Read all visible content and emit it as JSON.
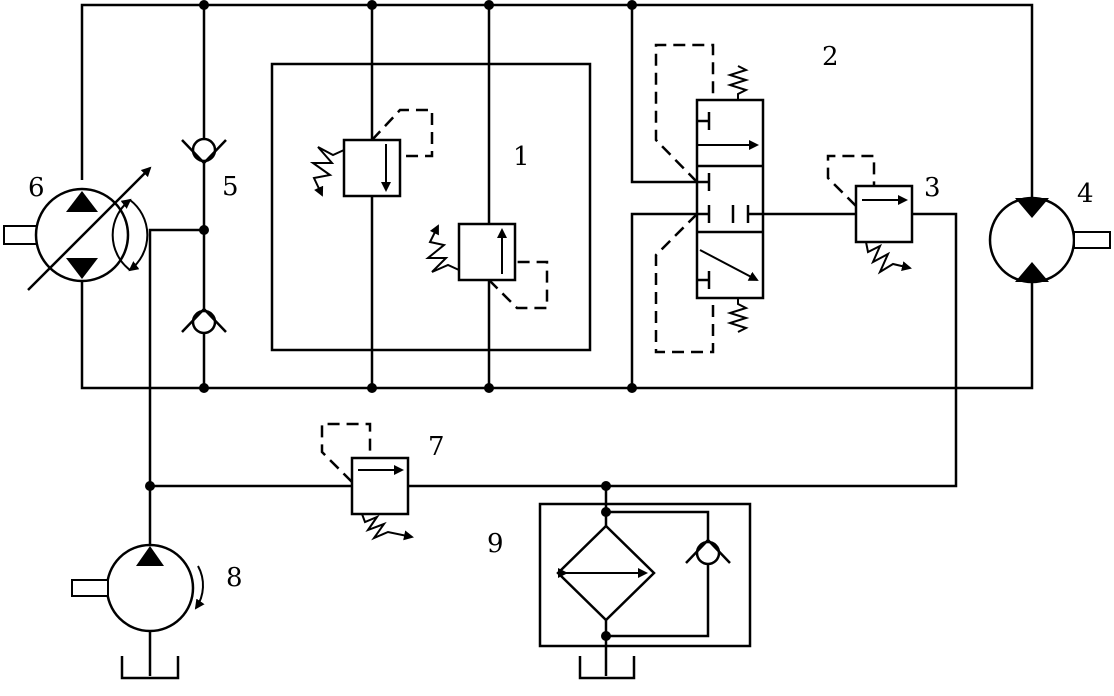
{
  "labels": {
    "relief_valves": "1",
    "directional_valve": "2",
    "pressure_valve_3": "3",
    "motor": "4",
    "check_valves": "5",
    "pump": "6",
    "pressure_valve_7": "7",
    "charge_pump": "8",
    "cooler": "9"
  }
}
